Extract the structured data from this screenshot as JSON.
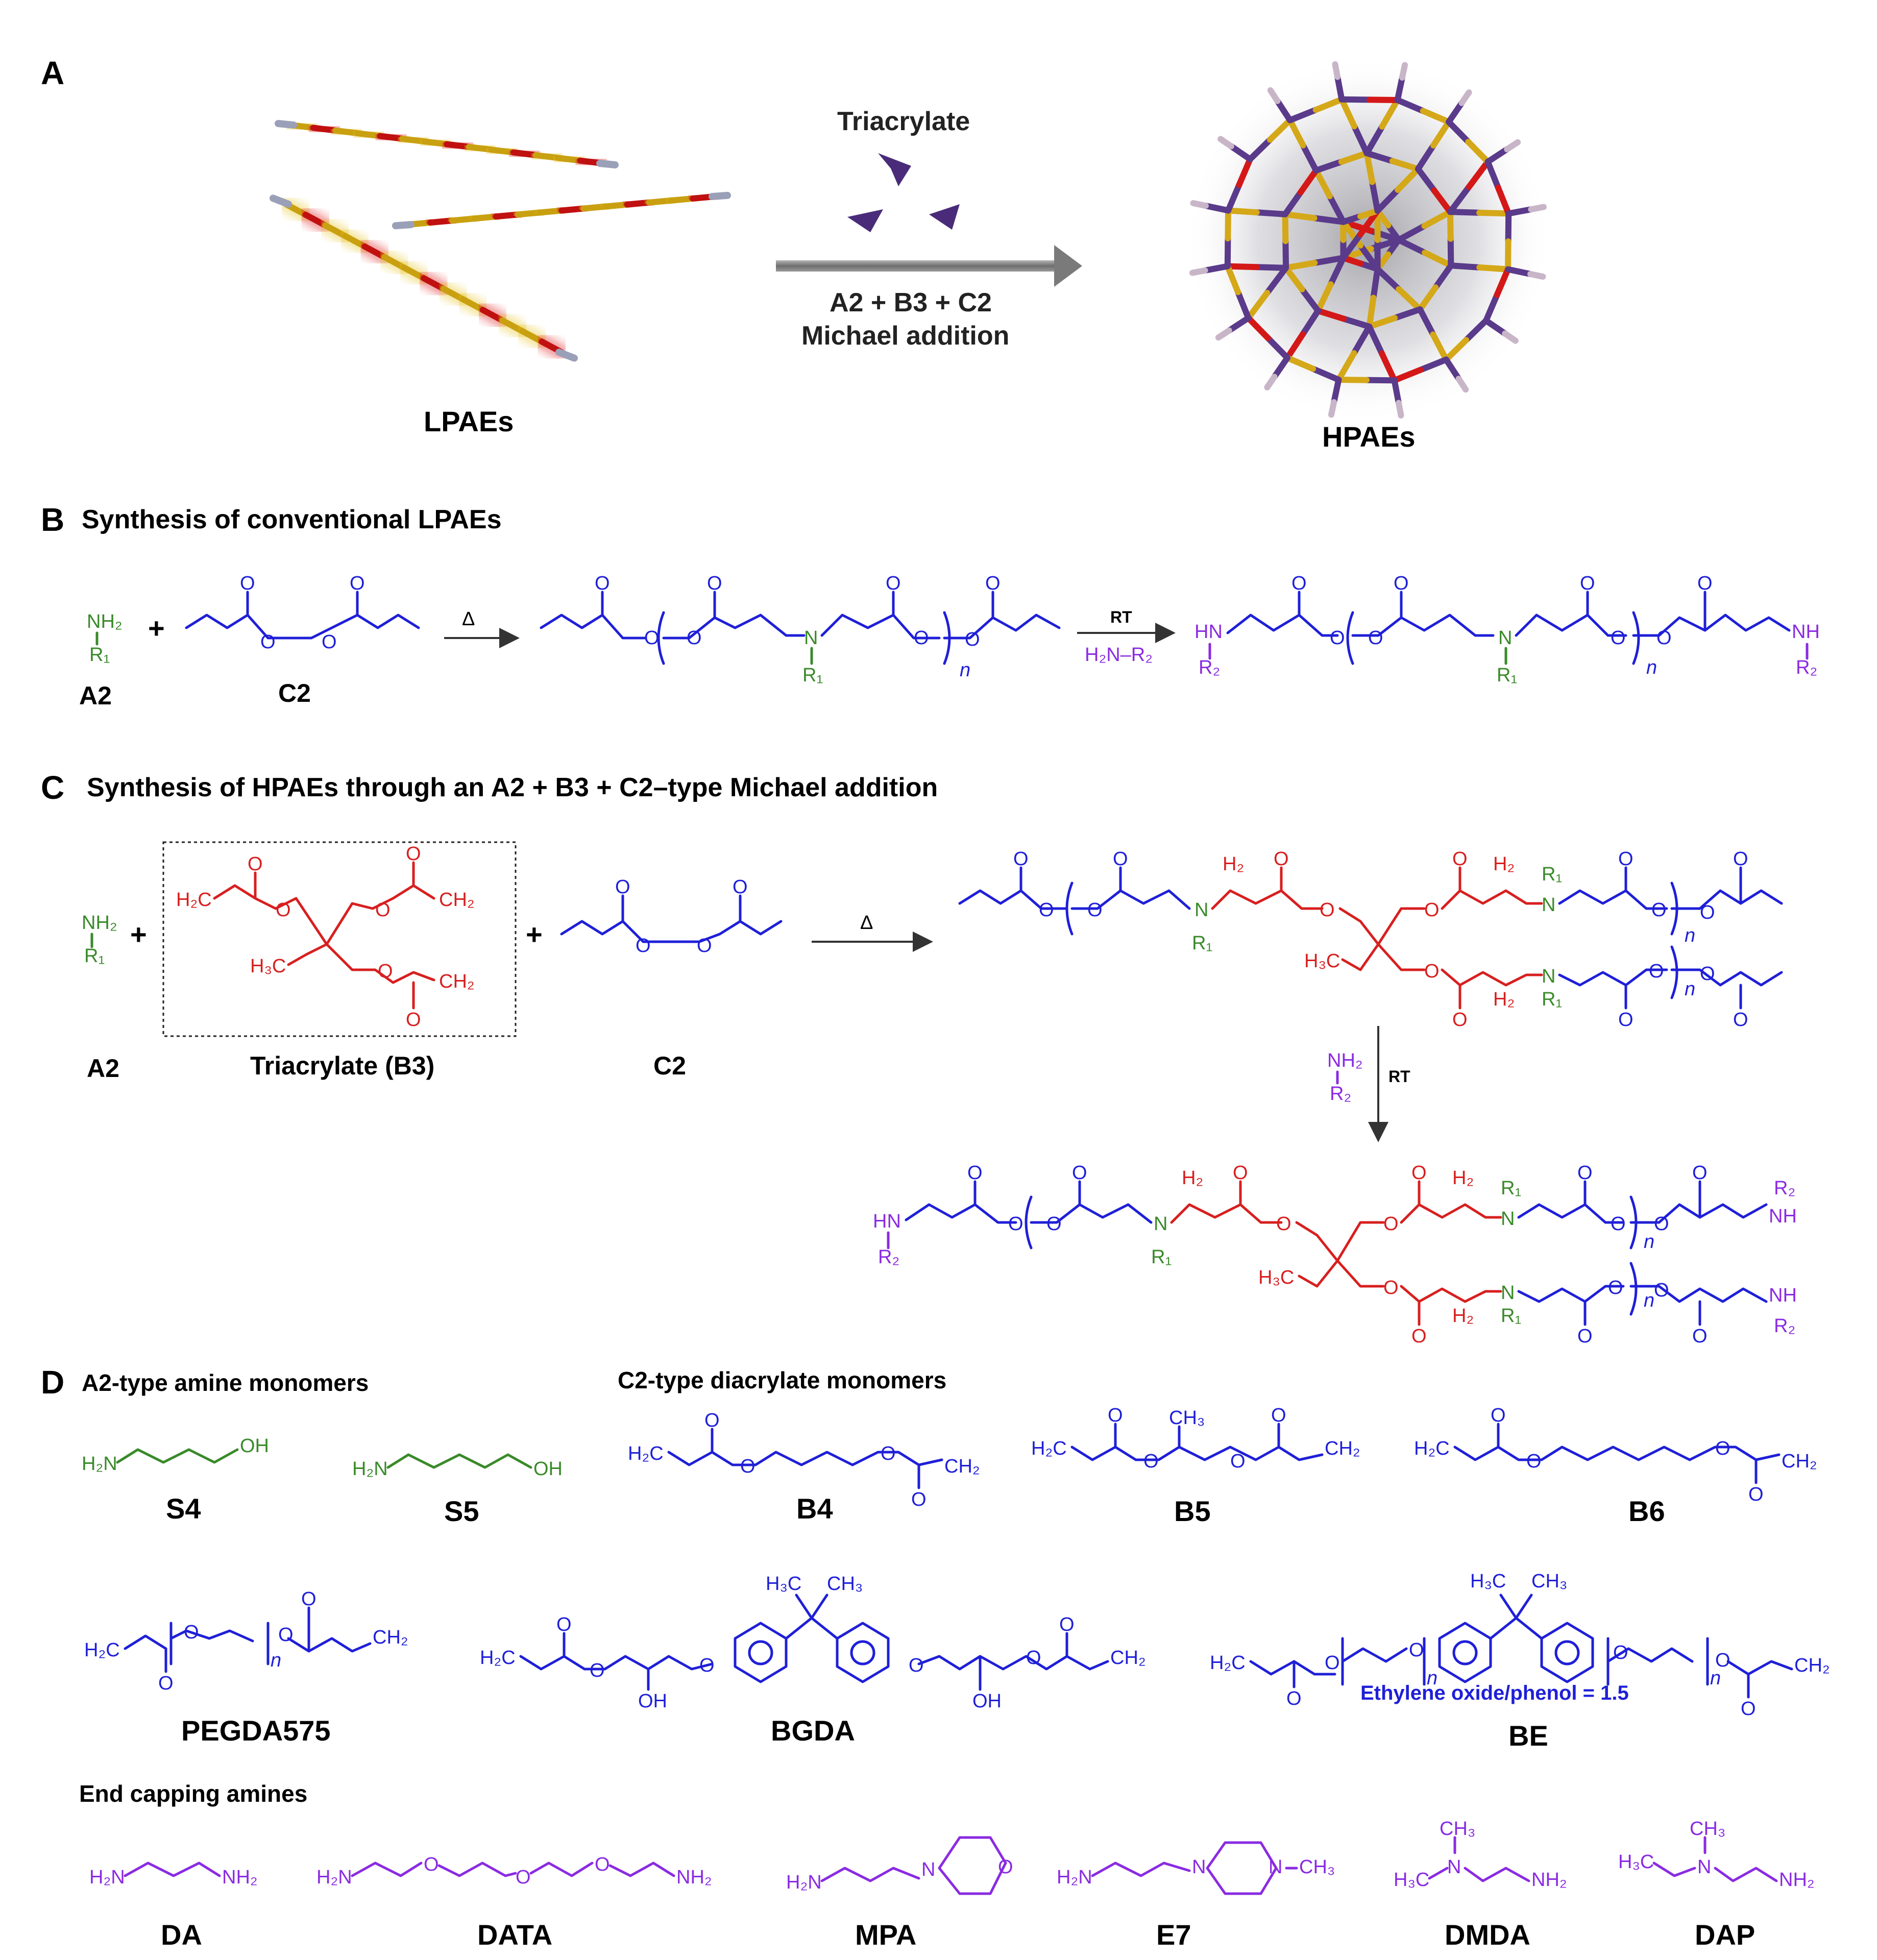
{
  "panels": {
    "a": {
      "letter": "A",
      "lpaes": "LPAEs",
      "hpaes": "HPAEs",
      "triacrylate": "Triacrylate",
      "reaction_line1": "A2 + B3 + C2",
      "reaction_line2": "Michael addition"
    },
    "b": {
      "letter": "B",
      "title": "Synthesis of conventional LPAEs",
      "a2": "A2",
      "c2": "C2",
      "heat": "Δ",
      "rt": "RT",
      "reagent": "H₂N–R₂"
    },
    "c": {
      "letter": "C",
      "title": "Synthesis of HPAEs through an A2 + B3 + C2–type Michael addition",
      "a2": "A2",
      "b3": "Triacrylate (B3)",
      "c2": "C2",
      "heat": "Δ",
      "rt": "RT"
    },
    "d": {
      "letter": "D",
      "a2_title": "A2-type amine monomers",
      "c2_title": "C2-type diacrylate monomers",
      "end_title": "End capping amines",
      "note_be": "Ethylene oxide/phenol = 1.5"
    }
  },
  "atoms": {
    "nh2": "NH₂",
    "h2n": "H₂N",
    "r1": "R₁",
    "r2": "R₂",
    "o": "O",
    "n": "N",
    "nh": "NH",
    "hn": "HN",
    "oh": "OH",
    "h2c": "H₂C",
    "ch2": "CH₂",
    "h3c": "H₃C",
    "ch3": "CH₃",
    "h2": "H₂",
    "plus": "+",
    "n_sub": "n"
  },
  "monomers": {
    "a2": [
      "S4",
      "S5"
    ],
    "c2": [
      "B4",
      "B5",
      "B6",
      "PEGDA575",
      "BGDA",
      "BE"
    ],
    "end_caps": [
      "DA",
      "DATA",
      "MPA",
      "E7",
      "DMDA",
      "DAP"
    ]
  }
}
